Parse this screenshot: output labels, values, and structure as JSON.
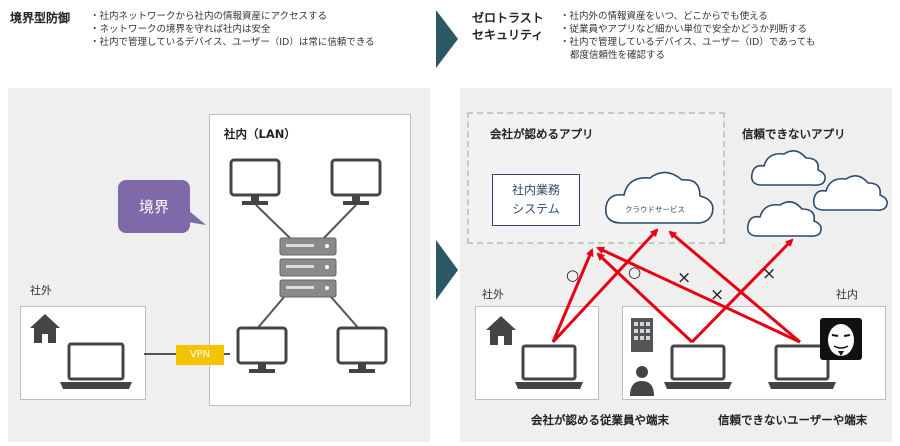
{
  "left_header": {
    "title": "境界型防御",
    "bullets": [
      "社内ネットワークから社内の情報資産にアクセスする",
      "ネットワークの境界を守れば社内は安全",
      "社内で管理しているデバイス、ユーザー（ID）は常に信頼できる"
    ]
  },
  "right_header": {
    "title_line1": "ゼロトラスト",
    "title_line2": "セキュリティ",
    "bullets": [
      "社内外の情報資産をいつ、どこからでも使える",
      "従業員やアプリなど細かい単位で安全かどうか判断する",
      "社内で管理しているデバイス、ユーザー（ID）であっても",
      "都度信頼性を確認する"
    ]
  },
  "left_diagram": {
    "lan_label": "社内（LAN）",
    "boundary_label": "境界",
    "outside_label": "社外",
    "vpn_label": "VPN"
  },
  "right_diagram": {
    "trusted_apps_label": "会社が認めるアプリ",
    "system_line1": "社内業務",
    "system_line2": "システム",
    "cloud_label": "クラウドサービス",
    "untrusted_apps_label": "信頼できないアプリ",
    "outside_label": "社外",
    "inside_label": "社内",
    "trusted_users_label": "会社が認める従業員や端末",
    "untrusted_users_label": "信頼できないユーザーや端末",
    "allow_mark": "○",
    "deny_mark": "×"
  },
  "colors": {
    "arrow": "#e60012",
    "chevron": "#2c5866",
    "boundary_bubble": "#7e6aa8",
    "vpn": "#f5c400",
    "system_border": "#2d4a6b"
  },
  "icons": [
    "monitor-icon",
    "server-icon",
    "house-icon",
    "laptop-icon",
    "cloud-icon",
    "building-icon",
    "person-icon",
    "anonymous-mask-icon",
    "speech-bubble-icon"
  ]
}
